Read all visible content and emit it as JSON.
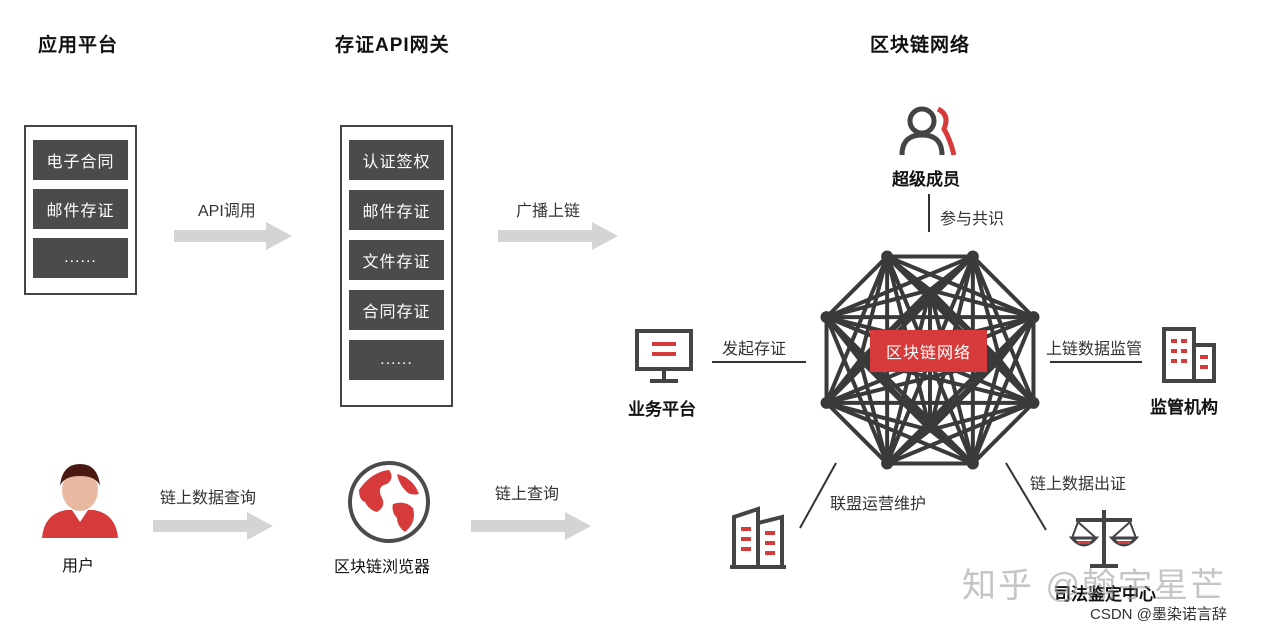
{
  "columns": {
    "app": "应用平台",
    "gateway": "存证API网关",
    "network": "区块链网络"
  },
  "app_platform": {
    "items": [
      "电子合同",
      "邮件存证",
      "......"
    ]
  },
  "gateway": {
    "items": [
      "认证签权",
      "邮件存证",
      "文件存证",
      "合同存证",
      "......"
    ]
  },
  "arrows": {
    "api_call": "API调用",
    "broadcast": "广播上链",
    "chain_query": "链上数据查询",
    "on_chain_query": "链上查询"
  },
  "bottom": {
    "user": "用户",
    "explorer": "区块链浏览器"
  },
  "network": {
    "center_label": "区块链网络",
    "super_member": "超级成员",
    "participate": "参与共识",
    "business_platform": "业务平台",
    "initiate": "发起存证",
    "regulator": "监管机构",
    "supervise": "上链数据监管",
    "alliance": "联盟运营维护",
    "judicial": "司法鉴定中心",
    "certify": "链上数据出证"
  },
  "watermark": {
    "zhihu": "知乎 @翰宇星芒",
    "csdn": "CSDN @墨染诺言辞"
  },
  "colors": {
    "accent": "#d63a3a",
    "dark": "#4b4b4b",
    "arrow": "#d4d4d4"
  }
}
